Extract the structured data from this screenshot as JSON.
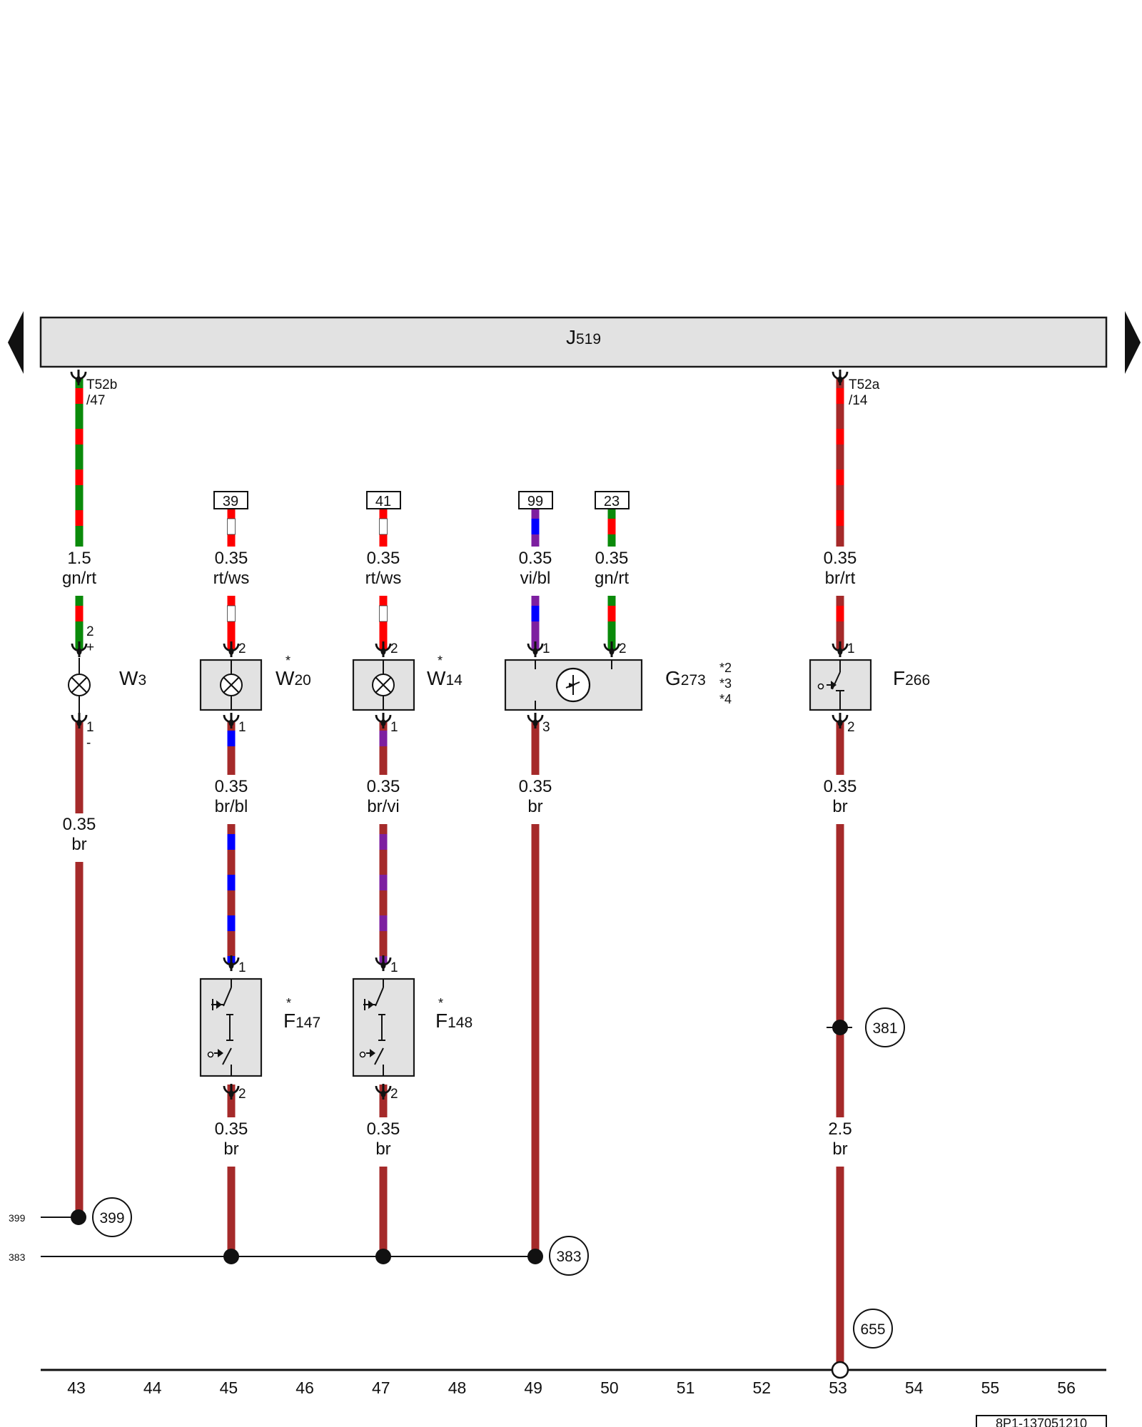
{
  "colors": {
    "br": "#a52a2a",
    "gn": "#0a8a0a",
    "rt": "#ff0000",
    "ws": "#ffffff",
    "bl": "#0000ff",
    "vi": "#7d1fa0",
    "box_fill": "#e2e2e2"
  },
  "control_unit": {
    "code": "J",
    "sub": "519"
  },
  "wires": [
    {
      "id": "w43",
      "section": "1.5",
      "color": "gn/rt"
    },
    {
      "id": "w43b",
      "section": "0.35",
      "color": "br"
    },
    {
      "id": "w45a",
      "section": "0.35",
      "color": "rt/ws"
    },
    {
      "id": "w45b",
      "section": "0.35",
      "color": "br/bl"
    },
    {
      "id": "w45c",
      "section": "0.35",
      "color": "br"
    },
    {
      "id": "w47a",
      "section": "0.35",
      "color": "rt/ws"
    },
    {
      "id": "w47b",
      "section": "0.35",
      "color": "br/vi"
    },
    {
      "id": "w47c",
      "section": "0.35",
      "color": "br"
    },
    {
      "id": "w49a",
      "section": "0.35",
      "color": "vi/bl"
    },
    {
      "id": "w49b",
      "section": "0.35",
      "color": "br"
    },
    {
      "id": "w50a",
      "section": "0.35",
      "color": "gn/rt"
    },
    {
      "id": "w53a",
      "section": "0.35",
      "color": "br/rt"
    },
    {
      "id": "w53b",
      "section": "0.35",
      "color": "br"
    },
    {
      "id": "w53c",
      "section": "2.5",
      "color": "br"
    }
  ],
  "connectors": {
    "t52b": {
      "code": "T52b",
      "pin": "/47"
    },
    "t52a": {
      "code": "T52a",
      "pin": "/14"
    }
  },
  "components": {
    "W3": {
      "code": "W",
      "sub": "3"
    },
    "W20": {
      "code": "W",
      "sub": "20",
      "star": "*"
    },
    "W14": {
      "code": "W",
      "sub": "14",
      "star": "*"
    },
    "G273": {
      "code": "G",
      "sub": "273",
      "notes": [
        "*2",
        "*3",
        "*4"
      ]
    },
    "F266": {
      "code": "F",
      "sub": "266"
    },
    "F147": {
      "code": "F",
      "sub": "147",
      "star": "*"
    },
    "F148": {
      "code": "F",
      "sub": "148",
      "star": "*"
    }
  },
  "pins": {
    "w3_top": "2",
    "w3_plus": "+",
    "w3_bot": "1",
    "w3_minus": "-",
    "w20_top": "2",
    "w20_bot": "1",
    "w14_top": "2",
    "w14_bot": "1",
    "g273_p1": "1",
    "g273_p2": "2",
    "g273_p3": "3",
    "f266_top": "1",
    "f266_bot": "2",
    "f147_top": "1",
    "f147_bot": "2",
    "f148_top": "1",
    "f148_bot": "2"
  },
  "refs": {
    "r39": "39",
    "r41": "41",
    "r99": "99",
    "r23": "23"
  },
  "ground_points": {
    "g399": "399",
    "g383": "383",
    "g381": "381",
    "g655": "655"
  },
  "edge_labels": {
    "l399": "399",
    "l383": "383"
  },
  "grid": [
    "43",
    "44",
    "45",
    "46",
    "47",
    "48",
    "49",
    "50",
    "51",
    "52",
    "53",
    "54",
    "55",
    "56"
  ],
  "doc_id": "8P1-137051210"
}
